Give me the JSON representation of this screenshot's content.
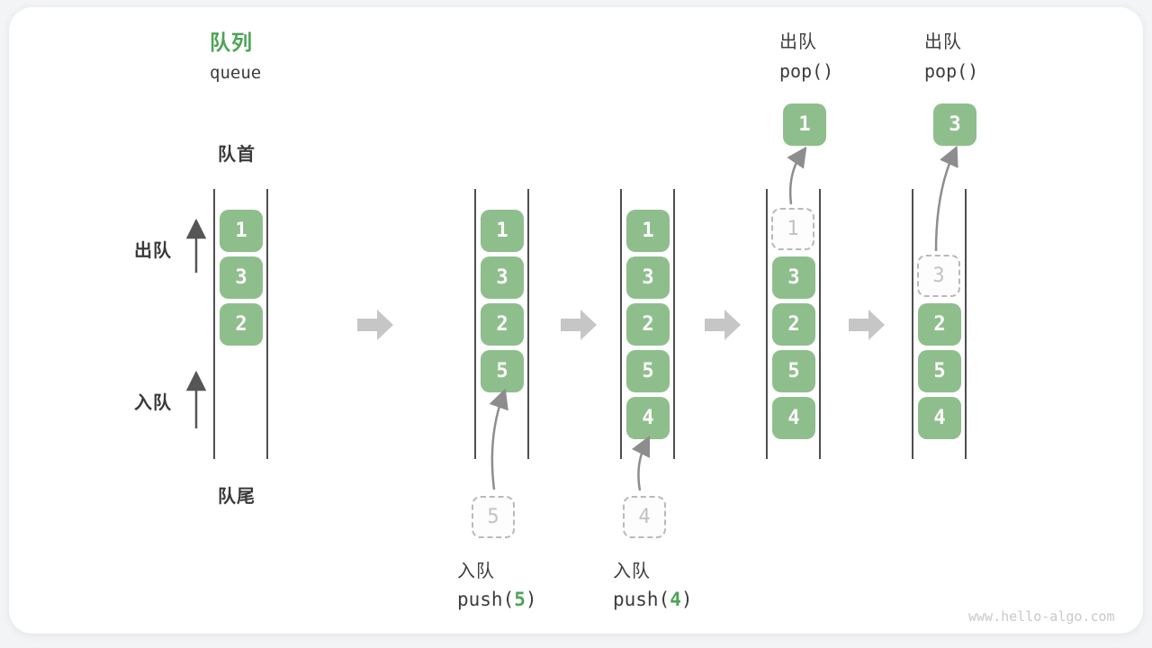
{
  "page": {
    "title_zh": "队列",
    "title_en": "queue",
    "watermark": "www.hello-algo.com"
  },
  "labels": {
    "front": "队首",
    "rear": "队尾",
    "dequeue_side": "出队",
    "enqueue_side": "入队"
  },
  "colors": {
    "accent_green": "#4da456",
    "box_green": "#8fbe8d",
    "channel_line": "#4e4e4e",
    "transition_arrow": "#c6c6c6",
    "flow_arrow": "#8d8d8d",
    "ghost_gray": "#b9b9b9"
  },
  "states": [
    {
      "boxes": [
        "1",
        "3",
        "2"
      ]
    },
    {
      "boxes": [
        "1",
        "3",
        "2",
        "5"
      ]
    },
    {
      "boxes": [
        "1",
        "3",
        "2",
        "5",
        "4"
      ]
    },
    {
      "ghost": "1",
      "boxes": [
        "3",
        "2",
        "5",
        "4"
      ],
      "popped": "1"
    },
    {
      "ghost": "3",
      "boxes": [
        "2",
        "5",
        "4"
      ],
      "popped": "3"
    }
  ],
  "ops": {
    "enqueue": [
      {
        "label": "入队",
        "fn": "push(",
        "arg": "5",
        "close": ")",
        "ghost": "5"
      },
      {
        "label": "入队",
        "fn": "push(",
        "arg": "4",
        "close": ")",
        "ghost": "4"
      }
    ],
    "dequeue": [
      {
        "label": "出队",
        "fn": "pop()"
      },
      {
        "label": "出队",
        "fn": "pop()"
      }
    ]
  }
}
